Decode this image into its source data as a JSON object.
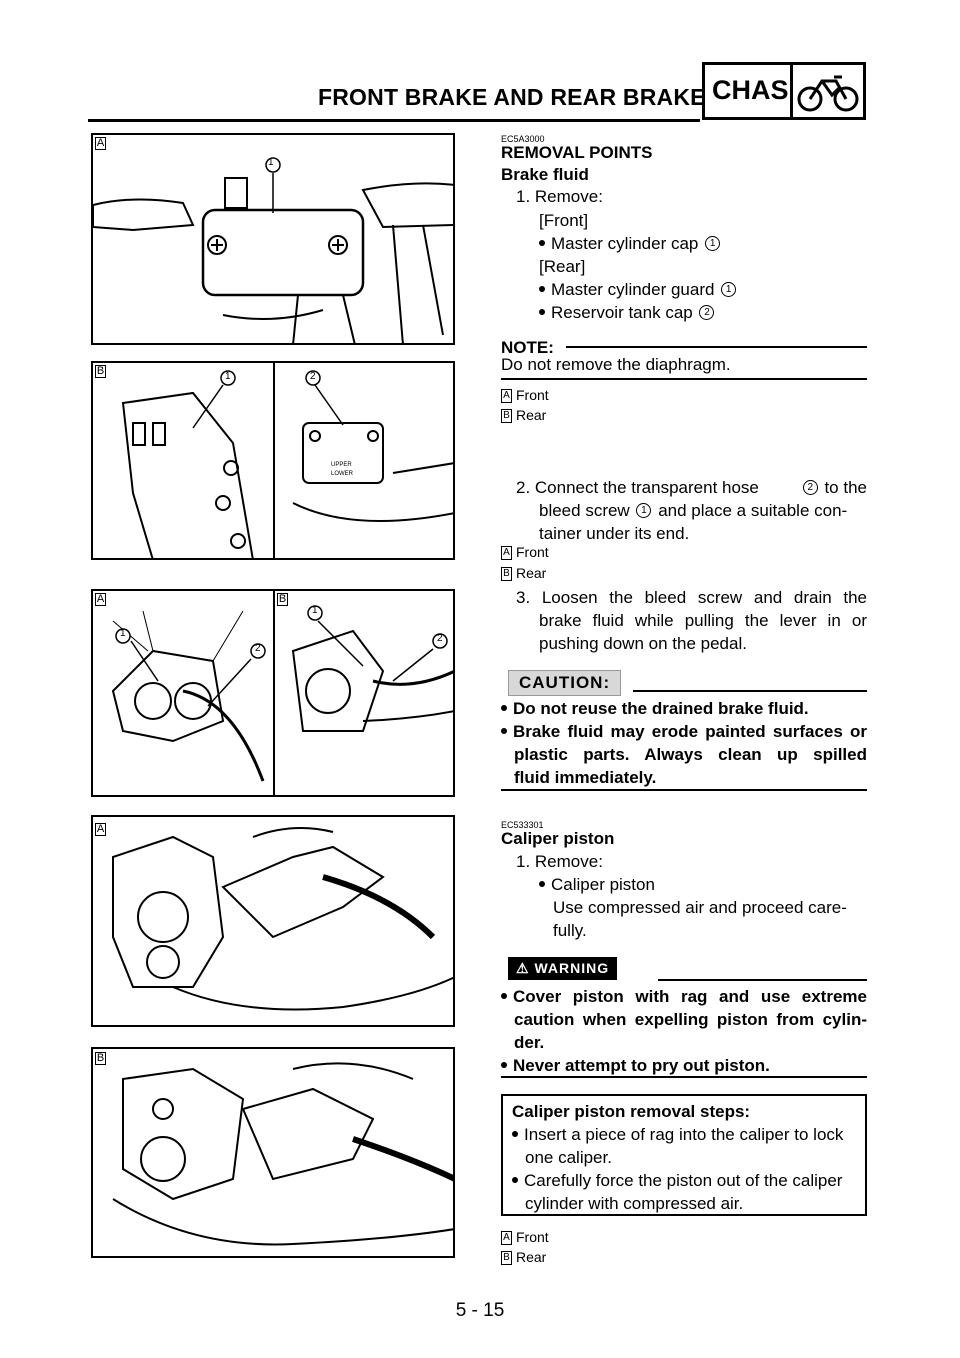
{
  "header": {
    "title": "FRONT BRAKE AND REAR BRAKE",
    "section": "CHAS",
    "icon": "motorcycle-icon"
  },
  "figures": {
    "fig1": {
      "label": "A",
      "callouts": [
        "1"
      ]
    },
    "fig2": {
      "label": "B",
      "callouts": [
        "1",
        "2"
      ],
      "reservoir_upper": "UPPER",
      "reservoir_lower": "LOWER"
    },
    "fig3": {
      "label_left": "A",
      "label_right": "B",
      "callouts": [
        "1",
        "2",
        "1",
        "2"
      ]
    },
    "fig4": {
      "label": "A"
    },
    "fig5": {
      "label": "B"
    }
  },
  "removal": {
    "code": "EC5A3000",
    "heading": "REMOVAL POINTS",
    "subheading": "Brake fluid",
    "step1": "1. Remove:",
    "front_tag": "[Front]",
    "item_cap": "Master cylinder cap",
    "rear_tag": "[Rear]",
    "item_guard": "Master cylinder guard",
    "item_tank": "Reservoir tank cap",
    "n1": "1",
    "n2": "2",
    "note_label": "NOTE:",
    "note_text": "Do not remove the diaphragm.",
    "legend_a": "Front",
    "legend_b": "Rear",
    "step2_line1_pre": "2. Connect the transparent hose",
    "step2_line1_post": "to the",
    "step2_line2_pre": "bleed screw",
    "step2_line2_post": "and place a suitable con-",
    "step2_line3": "tainer under its end.",
    "legend2_a": "Front",
    "legend2_b": "Rear",
    "step3_line1": "3. Loosen the bleed screw and drain the",
    "step3_line2": "brake fluid while pulling the lever in or",
    "step3_line3": "pushing down on the pedal.",
    "caution_label": "CAUTION:",
    "caution_1": "Do not reuse the drained brake fluid.",
    "caution_2_line1": "Brake fluid may erode painted surfaces or",
    "caution_2_line2": "plastic parts. Always clean up spilled",
    "caution_2_line3": "fluid immediately."
  },
  "caliper": {
    "code": "EC533301",
    "heading": "Caliper piston",
    "step1": "1. Remove:",
    "item": "Caliper piston",
    "detail_line1": "Use compressed air and proceed care-",
    "detail_line2": "fully.",
    "warning_label": "WARNING",
    "warn_1_line1": "Cover piston with rag and use extreme",
    "warn_1_line2": "caution when expelling piston from cylin-",
    "warn_1_line3": "der.",
    "warn_2": "Never attempt to pry out piston.",
    "box_title": "Caliper piston removal steps:",
    "box_1_line1": "Insert a piece of rag into the caliper to lock",
    "box_1_line2": "one caliper.",
    "box_2_line1": "Carefully force the piston out of the caliper",
    "box_2_line2": "cylinder with compressed air.",
    "legend_a": "Front",
    "legend_b": "Rear"
  },
  "footer": {
    "page": "5 - 15"
  }
}
